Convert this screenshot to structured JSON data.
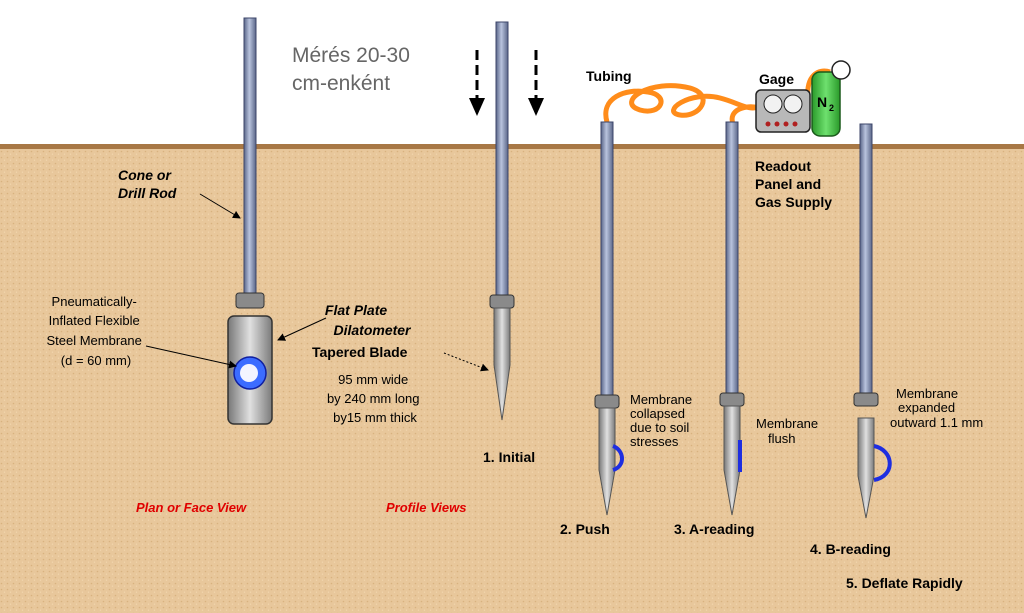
{
  "heading": {
    "line1": "Mérés 20-30",
    "line2": "cm-enként"
  },
  "labels": {
    "cone_rod": [
      "Cone or",
      "Drill Rod"
    ],
    "membrane": [
      "Pneumatically-",
      "Inflated Flexible",
      "Steel Membrane",
      "(d = 60 mm)"
    ],
    "flat_plate": [
      "Flat Plate",
      "Dilatometer"
    ],
    "tapered_blade": "Tapered Blade",
    "dimensions": [
      "95 mm wide",
      "by 240 mm long",
      "by15 mm thick"
    ],
    "tubing": "Tubing",
    "gage": "Gage",
    "gas": "N",
    "gas_sub": "2",
    "readout": [
      "Readout",
      "Panel and",
      "Gas Supply"
    ],
    "collapsed": [
      "Membrane",
      "collapsed",
      "due to soil",
      "stresses"
    ],
    "flush": [
      "Membrane",
      "flush"
    ],
    "expanded": [
      "Membrane",
      "expanded",
      "outward 1.1 mm"
    ],
    "plan_view": "Plan or Face View",
    "profile_views": "Profile Views"
  },
  "steps": {
    "s1": "1.  Initial",
    "s2": "2.  Push",
    "s3": "3.  A-reading",
    "s4": "4.  B-reading",
    "s5": "5.  Deflate Rapidly"
  },
  "colors": {
    "soil": "#e8c79b",
    "rod": "#8c98b8",
    "tubing": "#ff8c1a",
    "membrane_blue": "#1e2ee0",
    "cylinder": "#3cc83c",
    "label_red": "#e00000"
  }
}
